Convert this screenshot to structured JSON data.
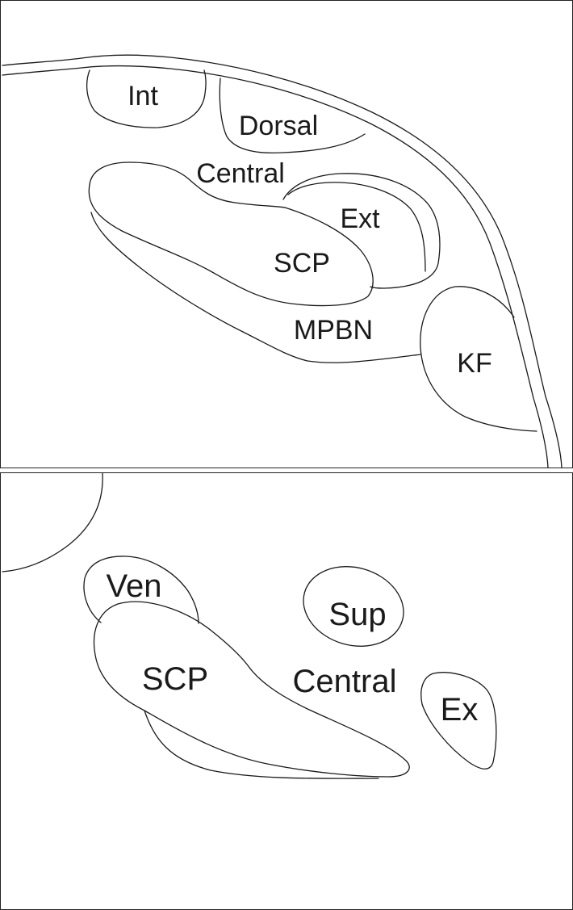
{
  "top_panel": {
    "labels": {
      "int": "Int",
      "dorsal": "Dorsal",
      "central": "Central",
      "ext": "Ext",
      "scp": "SCP",
      "mpbn": "MPBN",
      "kf": "KF"
    }
  },
  "bottom_panel": {
    "labels": {
      "ven": "Ven",
      "sup": "Sup",
      "scp": "SCP",
      "central": "Central",
      "ex": "Ex"
    }
  }
}
